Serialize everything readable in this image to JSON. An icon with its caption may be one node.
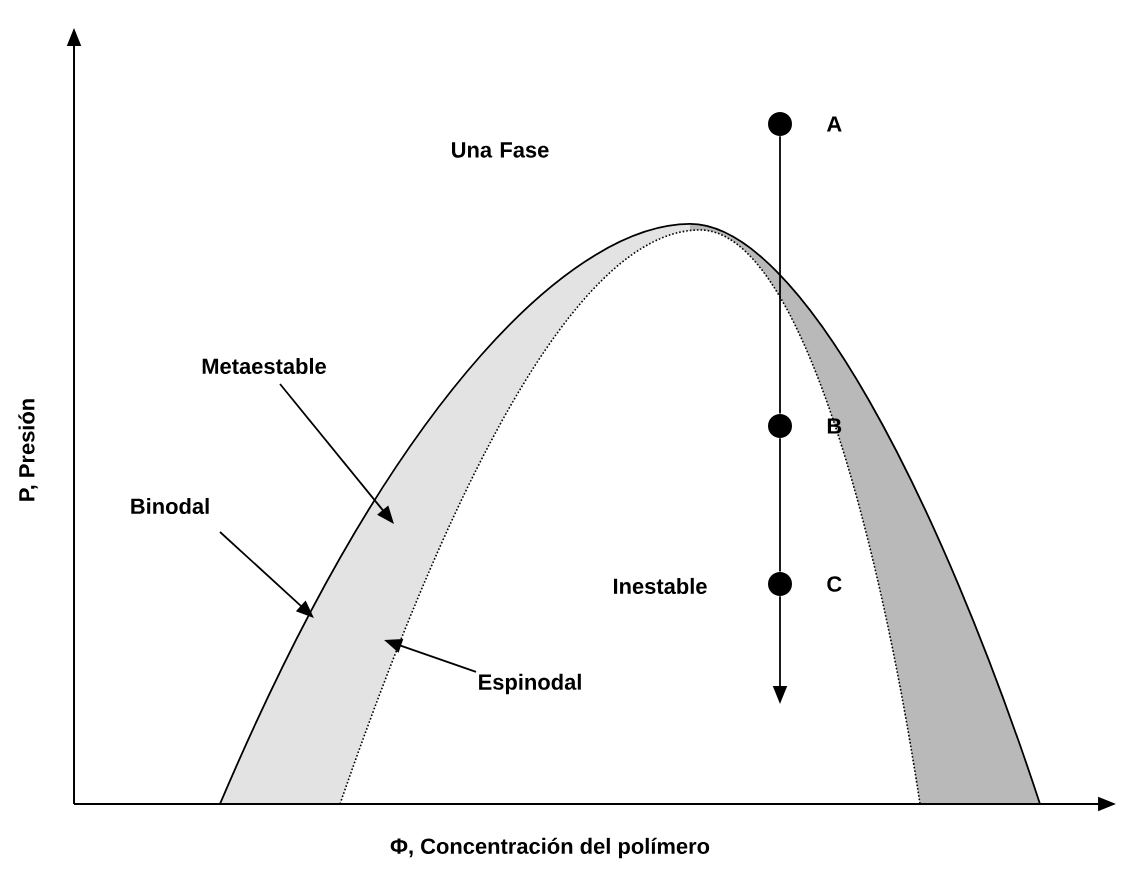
{
  "diagram": {
    "nodes": [
      {
        "text": [
          "Metaestable"
        ]
      },
      {
        "text": [
          "Binodal"
        ]
      },
      {
        "text": [
          "Espinodal"
        ]
      },
      {
        "text": [],
        "shape": "circle",
        "beside": [
          "A"
        ]
      },
      {
        "text": [],
        "shape": "circle",
        "beside": [
          "B"
        ]
      },
      {
        "text": [],
        "shape": "circle",
        "beside": [
          "C"
        ]
      }
    ],
    "edges": [
      {
        "from": 0,
        "to": null,
        "arrow": "to"
      },
      {
        "from": 1,
        "to": null,
        "arrow": "to"
      },
      {
        "from": 2,
        "to": null,
        "arrow": "to"
      },
      {
        "from": 3,
        "to": 4,
        "arrow": "none"
      },
      {
        "from": 4,
        "to": 5,
        "arrow": "none"
      },
      {
        "from": 5,
        "to": null,
        "arrow": "to"
      }
    ],
    "labels": [
      "Una Fase",
      "Inestable",
      "P, Presión",
      "Φ, Concentración del polímero"
    ]
  }
}
